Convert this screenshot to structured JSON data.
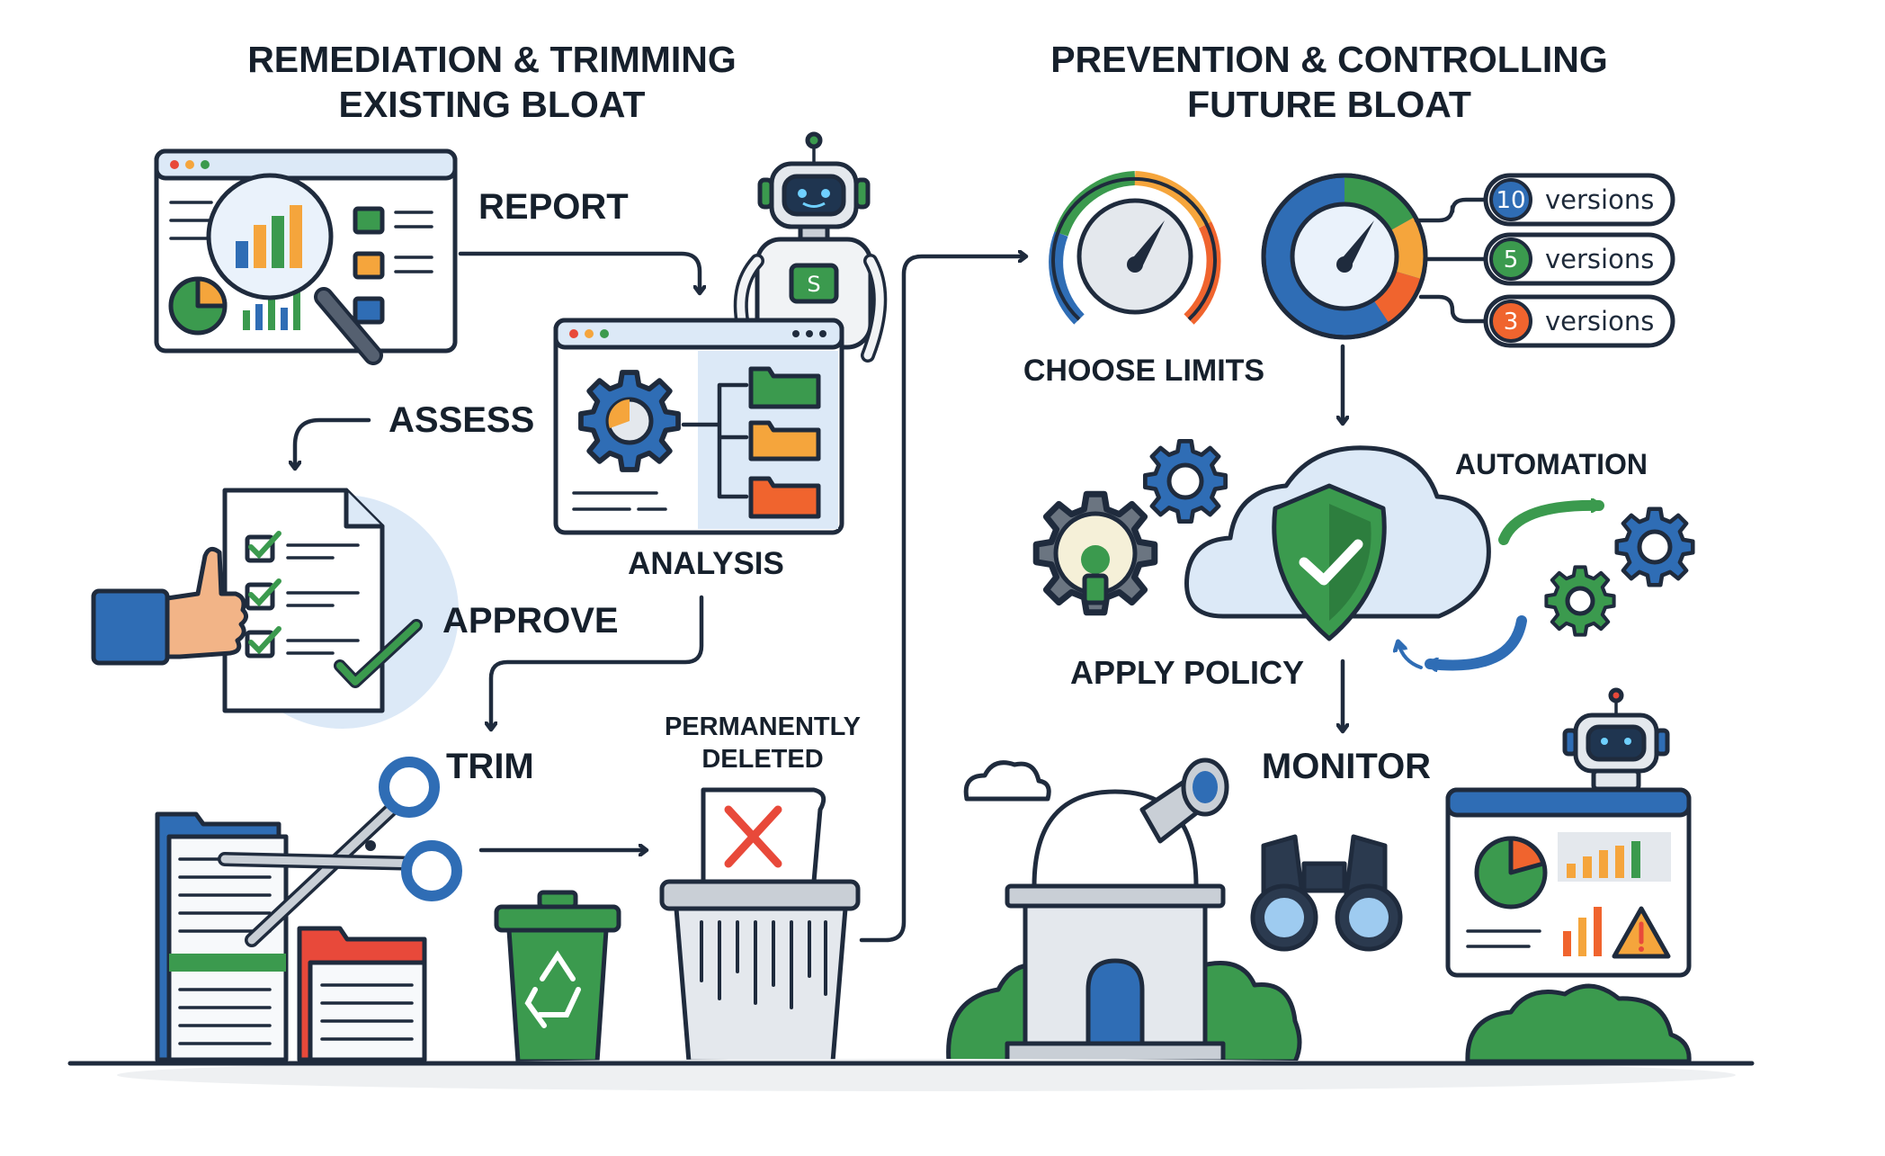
{
  "sections": {
    "remediation": {
      "title_line1": "REMEDIATION & TRIMMING",
      "title_line2": "EXISTING BLOAT"
    },
    "prevention": {
      "title_line1": "PREVENTION & CONTROLLING",
      "title_line2": "FUTURE BLOAT"
    }
  },
  "steps": {
    "report": "REPORT",
    "assess": "ASSESS",
    "analysis": "ANALYSIS",
    "approve": "APPROVE",
    "trim": "TRIM",
    "permanently_line1": "PERMANENTLY",
    "permanently_line2": "DELETED",
    "choose_limits": "CHOOSE LIMITS",
    "automation": "AUTOMATION",
    "apply_policy": "APPLY POLICY",
    "monitor": "MONITOR"
  },
  "version_limits": [
    {
      "count": "10",
      "label": "versions",
      "color": "#2f6db5"
    },
    {
      "count": "5",
      "label": "versions",
      "color": "#3b9a4e"
    },
    {
      "count": "3",
      "label": "versions",
      "color": "#f0642e"
    }
  ],
  "robot_badge": "S",
  "colors": {
    "outline": "#1f2b3d",
    "blue": "#2f6db5",
    "green": "#3b9a4e",
    "orange": "#f5a53c",
    "red": "#e8493a",
    "light_blue": "#dce9f7",
    "gray": "#c9cfd6"
  }
}
